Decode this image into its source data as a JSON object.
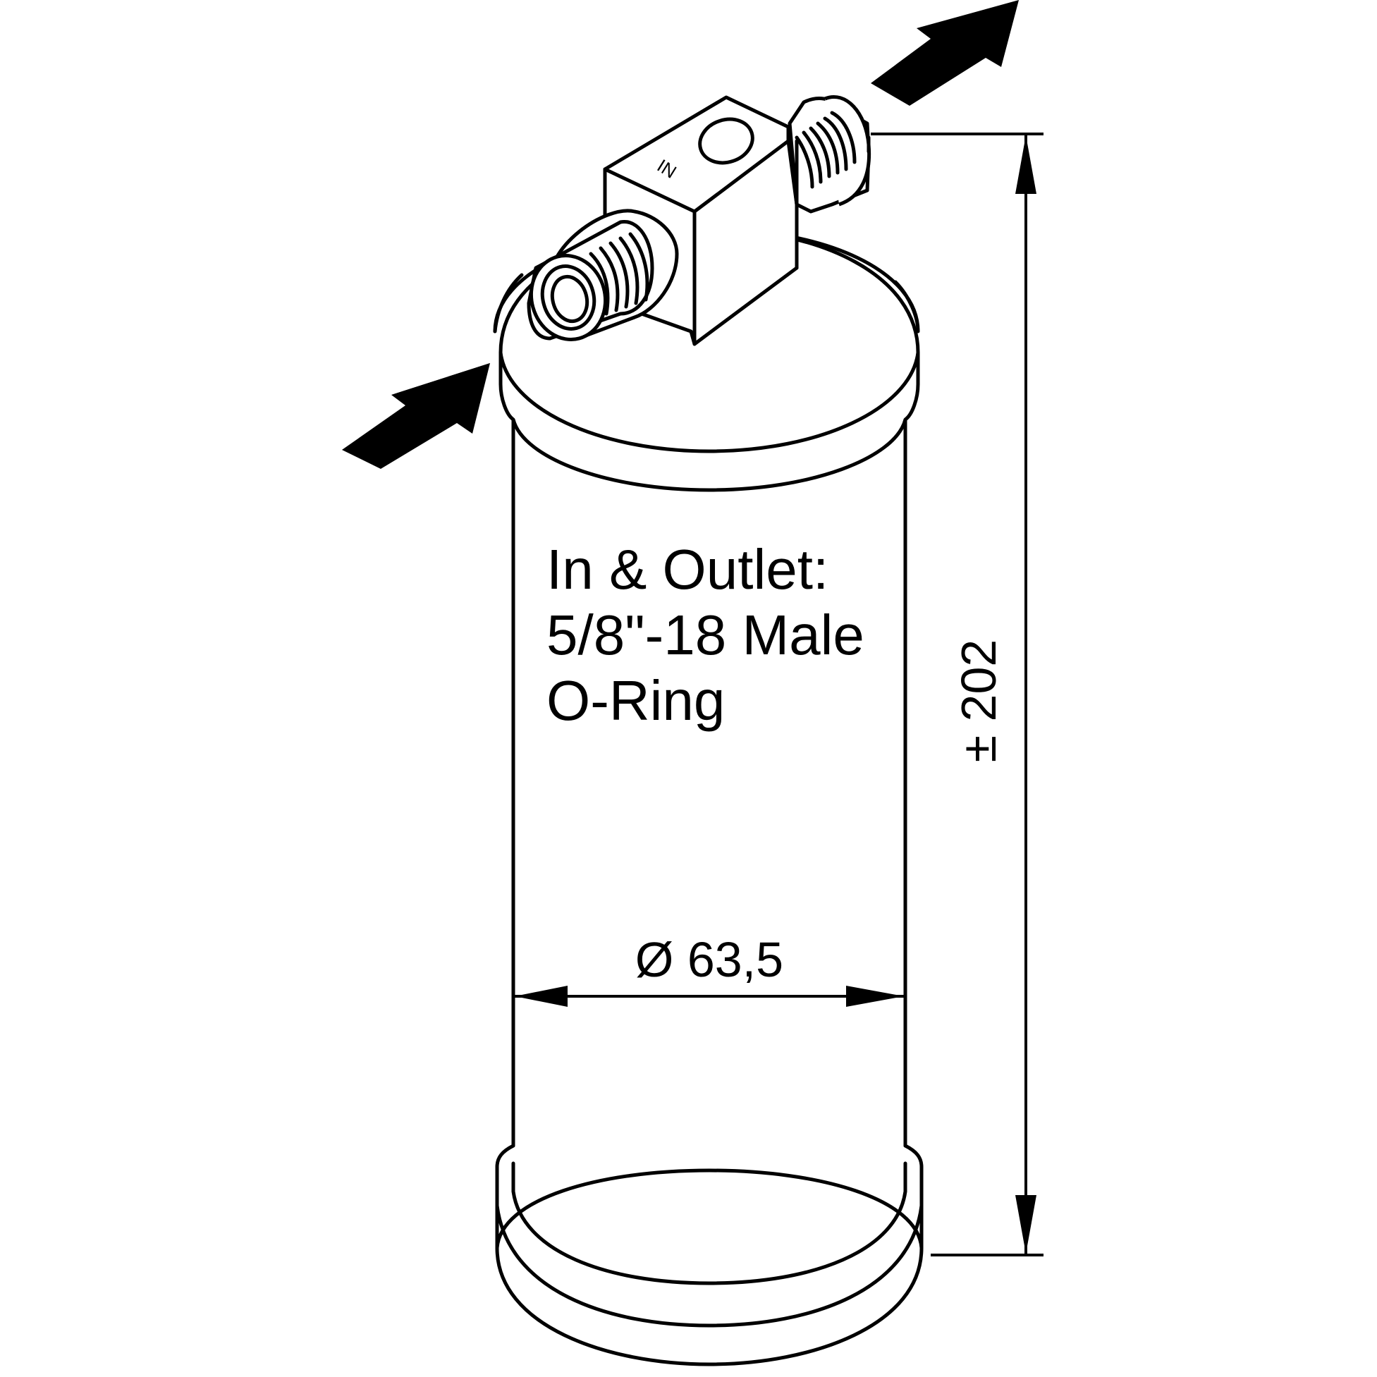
{
  "spec_label": {
    "line1": "In & Outlet:",
    "line2": "5/8\"-18 Male",
    "line3": "O-Ring"
  },
  "dimensions": {
    "diameter": "Ø 63,5",
    "height": "± 202"
  },
  "fitting_marking": "IN",
  "colors": {
    "line": "#000000",
    "background": "#ffffff"
  }
}
